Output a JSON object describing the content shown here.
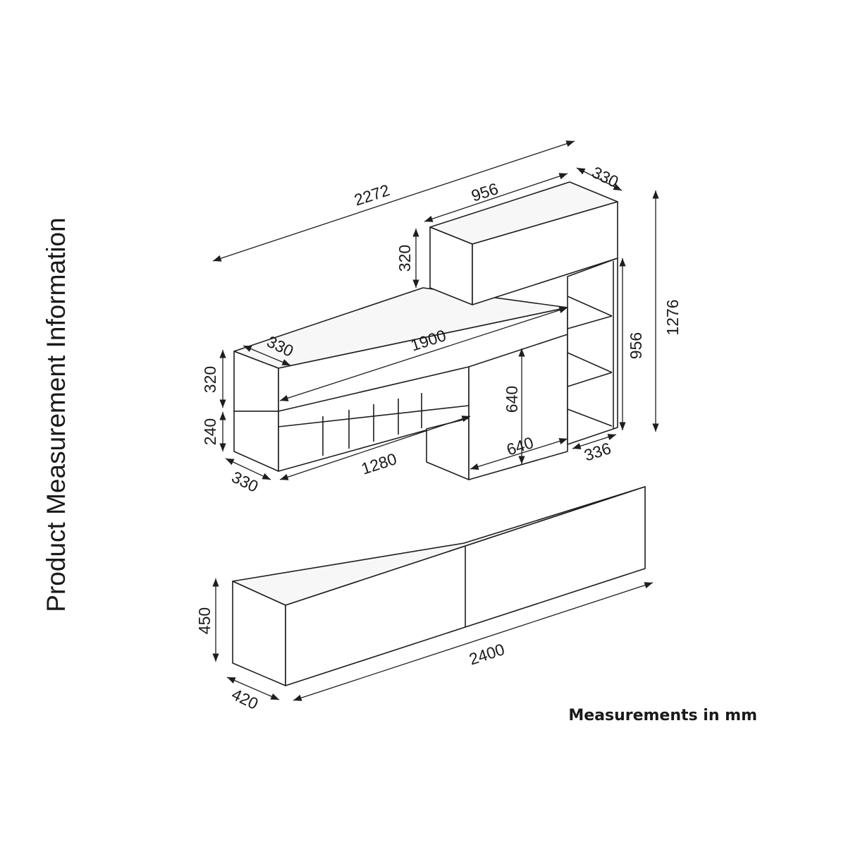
{
  "diagram": {
    "side_title": "Product Measurement Information",
    "footnote": "Measurements in mm",
    "dimensions": {
      "total_width": "2272",
      "top_cabinet_width": "956",
      "top_cabinet_depth": "330",
      "top_cabinet_height": "320",
      "total_height": "1276",
      "tower_height": "956",
      "left_shelf_depth": "330",
      "long_shelf_width": "1900",
      "left_upper_height": "320",
      "left_lower_height": "240",
      "door_height": "640",
      "door_width": "640",
      "cubby_width": "1280",
      "bottom_left_depth": "330",
      "tower_depth": "336",
      "tv_unit_height": "450",
      "tv_unit_width": "2400",
      "tv_unit_depth": "420"
    }
  }
}
